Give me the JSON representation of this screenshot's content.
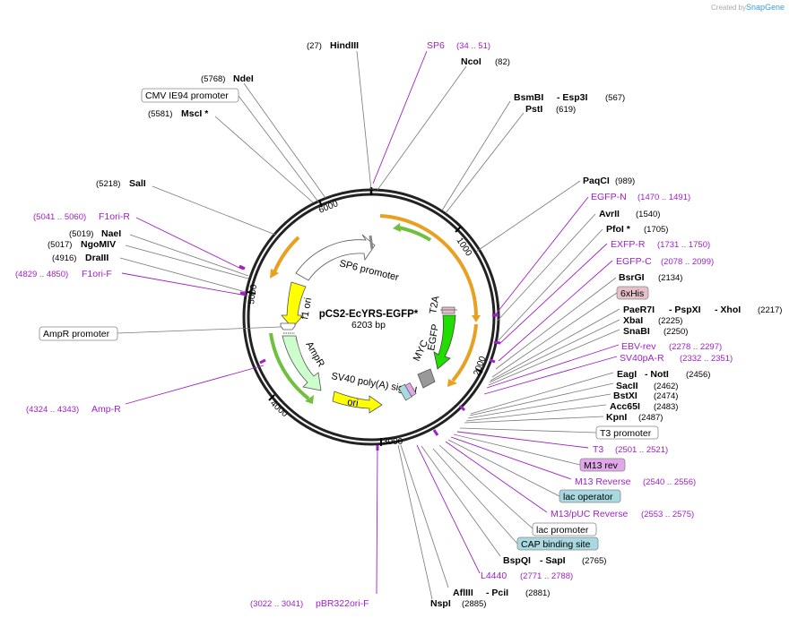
{
  "watermark": {
    "created_by": "Created by",
    "brand": "SnapGene"
  },
  "plasmid": {
    "name": "pCS2-EcYRS-EGFP*",
    "size": "6203 bp"
  },
  "ticks": [
    "1000",
    "2000",
    "3000",
    "4000",
    "5000",
    "6000"
  ],
  "features": {
    "sp6_promoter": "SP6 promoter",
    "f1_ori": "f1 ori",
    "ampr": "AmpR",
    "sv40": "SV40 poly(A) signal",
    "ori": "ori",
    "t2a": "T2A",
    "egfp": "EGFP",
    "myc": "MYC"
  },
  "top_sites": [
    {
      "pos": "(27)",
      "name": "HindIII"
    },
    {
      "name": "SP6",
      "pos": "(34 .. 51)"
    },
    {
      "name": "NcoI",
      "pos": "(82)"
    },
    {
      "pos": "(5768)",
      "name": "NdeI"
    },
    {
      "box": "CMV IE94 promoter"
    },
    {
      "pos": "(5581)",
      "name": "MscI *"
    },
    {
      "name": "BsmBI",
      "extra": "- Esp3I",
      "pos": "(567)"
    },
    {
      "name": "PstI",
      "pos": "(619)"
    }
  ],
  "left_sites": [
    {
      "pos": "(5218)",
      "name": "SalI"
    },
    {
      "pos": "(5041 .. 5060)",
      "name": "F1ori-R"
    },
    {
      "pos": "(5019)",
      "name": "NaeI"
    },
    {
      "pos": "(5017)",
      "name": "NgoMIV"
    },
    {
      "pos": "(4916)",
      "name": "DraIII"
    },
    {
      "pos": "(4829 .. 4850)",
      "name": "F1ori-F"
    },
    {
      "box": "AmpR promoter"
    },
    {
      "pos": "(4324 .. 4343)",
      "name": "Amp-R"
    }
  ],
  "right_sites": [
    {
      "name": "PaqCI",
      "pos": "(989)"
    },
    {
      "name": "EGFP-N",
      "pos": "(1470 .. 1491)"
    },
    {
      "name": "AvrII",
      "pos": "(1540)"
    },
    {
      "name": "PfoI *",
      "pos": "(1705)"
    },
    {
      "name": "EXFP-R",
      "pos": "(1731 .. 1750)"
    },
    {
      "name": "EGFP-C",
      "pos": "(2078 .. 2099)"
    },
    {
      "name": "BsrGI",
      "pos": "(2134)"
    },
    {
      "box": "6xHis"
    },
    {
      "name": "PaeR7I",
      "extra1": "- PspXI",
      "extra2": "- XhoI",
      "pos": "(2217)"
    },
    {
      "name": "XbaI",
      "pos": "(2225)"
    },
    {
      "name": "SnaBI",
      "pos": "(2250)"
    },
    {
      "name": "EBV-rev",
      "pos": "(2278 .. 2297)"
    },
    {
      "name": "SV40pA-R",
      "pos": "(2332 .. 2351)"
    },
    {
      "name": "EagI",
      "extra": "- NotI",
      "pos": "(2456)"
    },
    {
      "name": "SacII",
      "pos": "(2462)"
    },
    {
      "name": "BstXI",
      "pos": "(2474)"
    },
    {
      "name": "Acc65I",
      "pos": "(2483)"
    },
    {
      "name": "KpnI",
      "pos": "(2487)"
    },
    {
      "box": "T3 promoter"
    },
    {
      "name": "T3",
      "pos": "(2501 .. 2521)"
    },
    {
      "box": "M13 rev"
    },
    {
      "name": "M13 Reverse",
      "pos": "(2540 .. 2556)"
    },
    {
      "box": "lac operator"
    },
    {
      "name": "M13/pUC Reverse",
      "pos": "(2553 .. 2575)"
    },
    {
      "box": "lac promoter"
    },
    {
      "box": "CAP binding site"
    },
    {
      "name": "BspQI",
      "extra": "- SapI",
      "pos": "(2765)"
    },
    {
      "name": "L4440",
      "pos": "(2771 .. 2788)"
    },
    {
      "name": "AflIII",
      "extra": "- PciI",
      "pos": "(2881)"
    },
    {
      "name": "NspI",
      "pos": "(2885)"
    },
    {
      "pos": "(3022 .. 3041)",
      "name": "pBR322ori-F"
    }
  ],
  "colors": {
    "primer": "#a020c8",
    "ori_yellow": "#ffff00",
    "amp_green": "#ccffcc",
    "egfp_green": "#22dd00",
    "orange_arc": "#e8a020",
    "green_arc": "#70c040",
    "his_box": "#e6c0c8",
    "m13_box": "#e0a8e8",
    "lac_box": "#a8d8e0"
  }
}
